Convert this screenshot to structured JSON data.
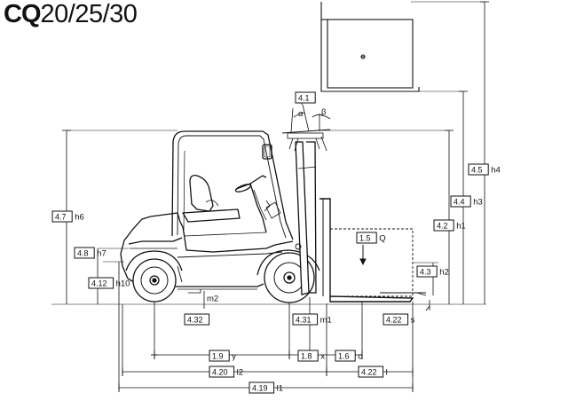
{
  "title": {
    "prefix": "CQ",
    "models": "20/25/30"
  },
  "dimensions": [
    {
      "key": "d_4_1",
      "code": "4.1",
      "symbol": ""
    },
    {
      "key": "d_4_5",
      "code": "4.5",
      "symbol": "h4"
    },
    {
      "key": "d_4_4",
      "code": "4.4",
      "symbol": "h3"
    },
    {
      "key": "d_4_2",
      "code": "4.2",
      "symbol": "h1"
    },
    {
      "key": "d_4_7",
      "code": "4.7",
      "symbol": "h6"
    },
    {
      "key": "d_4_8",
      "code": "4.8",
      "symbol": "h7"
    },
    {
      "key": "d_4_12",
      "code": "4.12",
      "symbol": "h10"
    },
    {
      "key": "d_1_5",
      "code": "1.5",
      "symbol": "Q"
    },
    {
      "key": "d_4_3",
      "code": "4.3",
      "symbol": "h2"
    },
    {
      "key": "d_4_22a",
      "code": "4.22",
      "symbol": "s"
    },
    {
      "key": "d_4_32",
      "code": "4.32",
      "symbol": ""
    },
    {
      "key": "d_m2",
      "code": "",
      "symbol": "m2"
    },
    {
      "key": "d_4_31",
      "code": "4.31",
      "symbol": "m1"
    },
    {
      "key": "d_1_9",
      "code": "1.9",
      "symbol": "y"
    },
    {
      "key": "d_1_8",
      "code": "1.8",
      "symbol": "x"
    },
    {
      "key": "d_1_6",
      "code": "1.6",
      "symbol": "c"
    },
    {
      "key": "d_4_20",
      "code": "4.20",
      "symbol": "l2"
    },
    {
      "key": "d_4_22b",
      "code": "4.22",
      "symbol": "l"
    },
    {
      "key": "d_4_19",
      "code": "4.19",
      "symbol": "l1"
    }
  ],
  "angles": {
    "alpha": "α",
    "beta": "β"
  }
}
